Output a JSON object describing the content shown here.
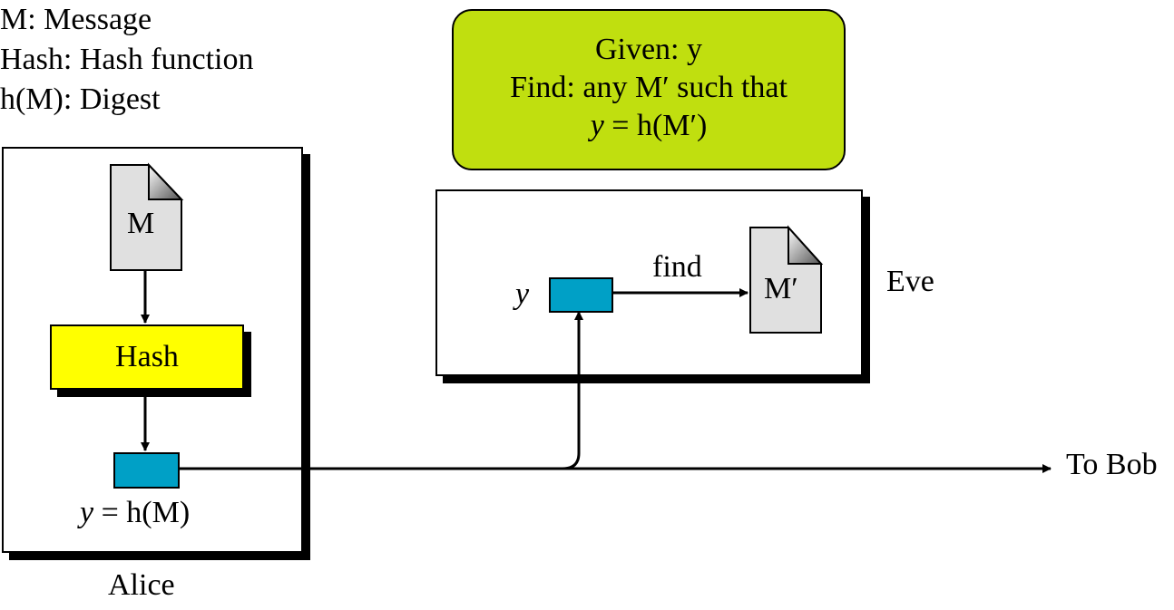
{
  "legend": [
    "M: Message",
    "Hash: Hash function",
    "h(M): Digest"
  ],
  "alice": {
    "name": "Alice",
    "message_doc": "M",
    "hash_label": "Hash",
    "digest_label_var": "y",
    "digest_label_rest": " = h(M)"
  },
  "eve": {
    "name": "Eve",
    "digest_var": "y",
    "find_label": "find",
    "found_doc": "M′"
  },
  "note": {
    "line1": "Given: y",
    "line2": "Find: any M′ such that",
    "line3_var": "y",
    "line3_rest": " = h(M′)"
  },
  "destination": "To Bob",
  "colors": {
    "hash_fill": "#ffff00",
    "digest_fill": "#00a0c6",
    "note_fill": "#c0df0f",
    "document_fill": "#e0e0e0"
  }
}
